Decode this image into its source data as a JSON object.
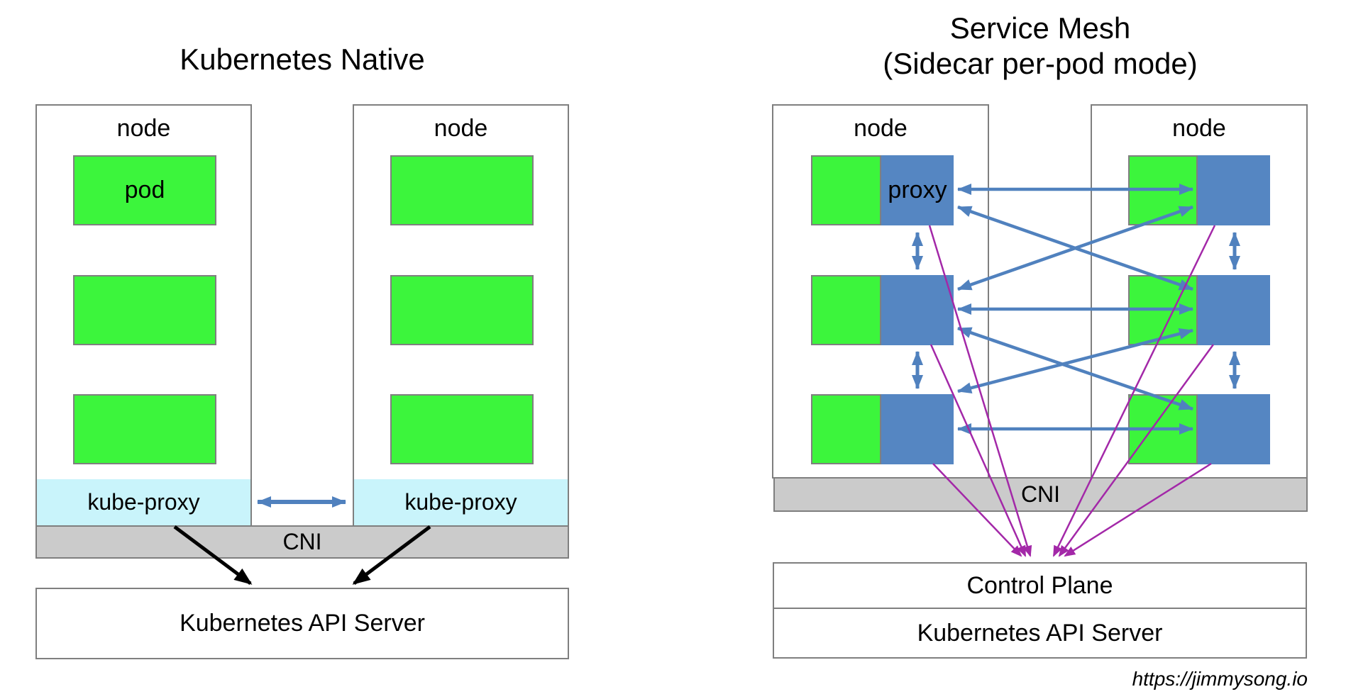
{
  "left_diagram": {
    "title": "Kubernetes Native",
    "node1": {
      "label": "node",
      "pod1_label": "pod",
      "kube_proxy_label": "kube-proxy"
    },
    "node2": {
      "label": "node",
      "kube_proxy_label": "kube-proxy"
    },
    "cni_label": "CNI",
    "api_server_label": "Kubernetes API Server"
  },
  "right_diagram": {
    "title_line1": "Service Mesh",
    "title_line2": "(Sidecar per-pod mode)",
    "node1": {
      "label": "node",
      "proxy_label": "proxy"
    },
    "node2": {
      "label": "node"
    },
    "cni_label": "CNI",
    "control_plane_label": "Control Plane",
    "api_server_label": "Kubernetes API Server"
  },
  "footer": {
    "credit_url": "https://jimmysong.io"
  },
  "colors": {
    "pod_green": "#3cf53c",
    "proxy_blue": "#5586c2",
    "arrow_blue": "#5081be",
    "arrow_purple": "#a328a8",
    "arrow_black": "#000000",
    "kube_proxy_cyan": "#c9f4fb",
    "cni_gray": "#cbcbcb",
    "border_gray": "#7f7f7f"
  }
}
